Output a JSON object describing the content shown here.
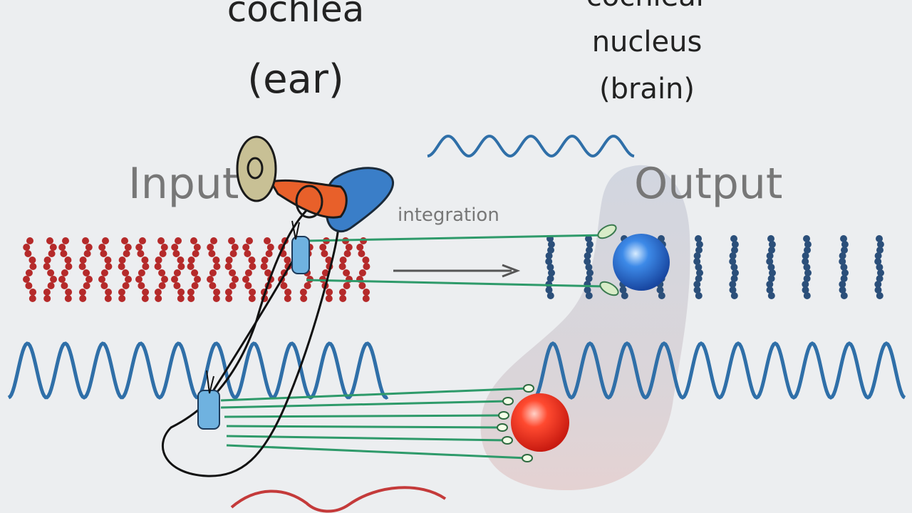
{
  "labels": {
    "cochlea_line1": "cochlea",
    "cochlea_line2": "(ear)",
    "nucleus_line0": "cochlear",
    "nucleus_line1": "nucleus",
    "nucleus_line2": "(brain)",
    "input": "Input",
    "output": "Output",
    "integration": "integration"
  },
  "colors": {
    "background": "#eceef0",
    "wave": "#2f6fa8",
    "red_spikes": "#b52a2a",
    "blue_spikes": "#2b4f7a",
    "fibers": "#2e9a6a",
    "nucleus_region": "#d2d6de",
    "red_neuron": "#e83020",
    "blue_neuron": "#2a70d0"
  },
  "icons": [
    "cochlea-ear-icon",
    "hair-cell-icon",
    "neuron-icon"
  ]
}
